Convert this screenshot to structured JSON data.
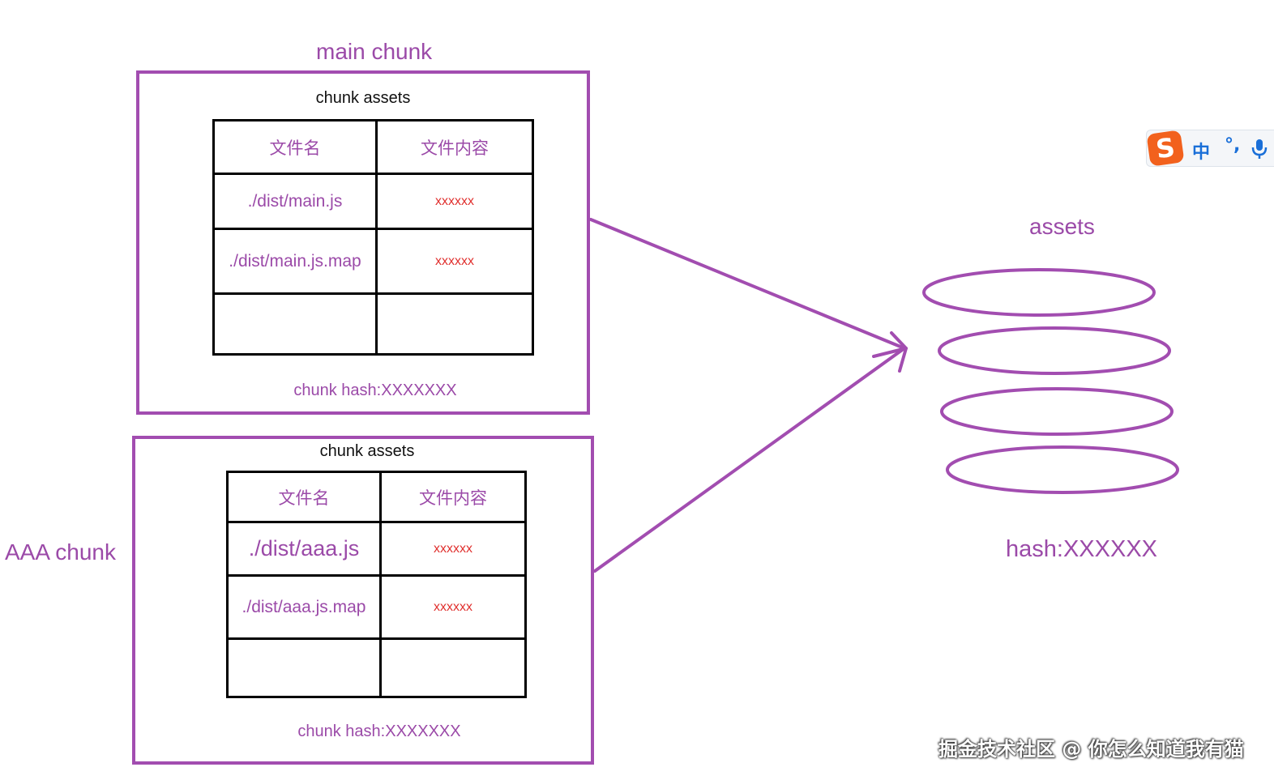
{
  "main_chunk": {
    "title": "main chunk",
    "assets_title": "chunk assets",
    "table": {
      "headers": [
        "文件名",
        "文件内容"
      ],
      "rows": [
        {
          "file": "./dist/main.js",
          "content": "xxxxxx"
        },
        {
          "file": "./dist/main.js.map",
          "content": "xxxxxx"
        },
        {
          "file": "",
          "content": ""
        }
      ]
    },
    "hash": "chunk hash:XXXXXXX"
  },
  "aaa_chunk": {
    "title": "AAA chunk",
    "assets_title": "chunk assets",
    "table": {
      "headers": [
        "文件名",
        "文件内容"
      ],
      "rows": [
        {
          "file": "./dist/aaa.js",
          "content": "xxxxxx"
        },
        {
          "file": "./dist/aaa.js.map",
          "content": "xxxxxx"
        },
        {
          "file": "",
          "content": ""
        }
      ]
    },
    "hash": "chunk hash:XXXXXXX"
  },
  "assets": {
    "title": "assets",
    "hash": "hash:XXXXXX"
  },
  "ime": {
    "logo": "S",
    "mode": "中",
    "punct": "°,",
    "icon": "microphone-icon"
  },
  "watermark": "掘金技术社区 @ 你怎么知道我有猫",
  "colors": {
    "accent_purple": "#a24db0",
    "text_purple": "#9b4aa8",
    "content_red": "#e0302e"
  }
}
